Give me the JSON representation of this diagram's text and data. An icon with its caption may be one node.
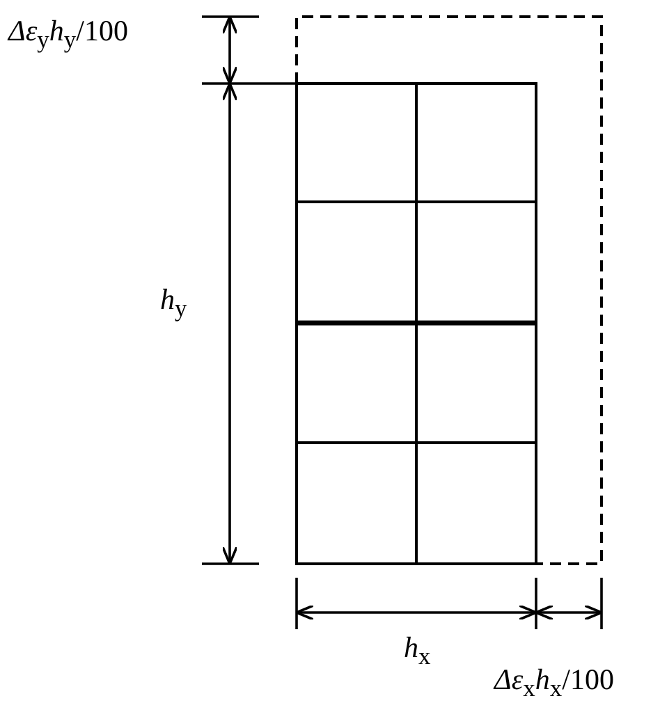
{
  "diagram": {
    "labels": [
      "*Δε*$_{y}$*h*$_{y}$/100",
      "*h*$_{y}$",
      "*h*$_{x}$",
      "*Δε*$_{x}$*h*$_{x}$/100"
    ]
  }
}
